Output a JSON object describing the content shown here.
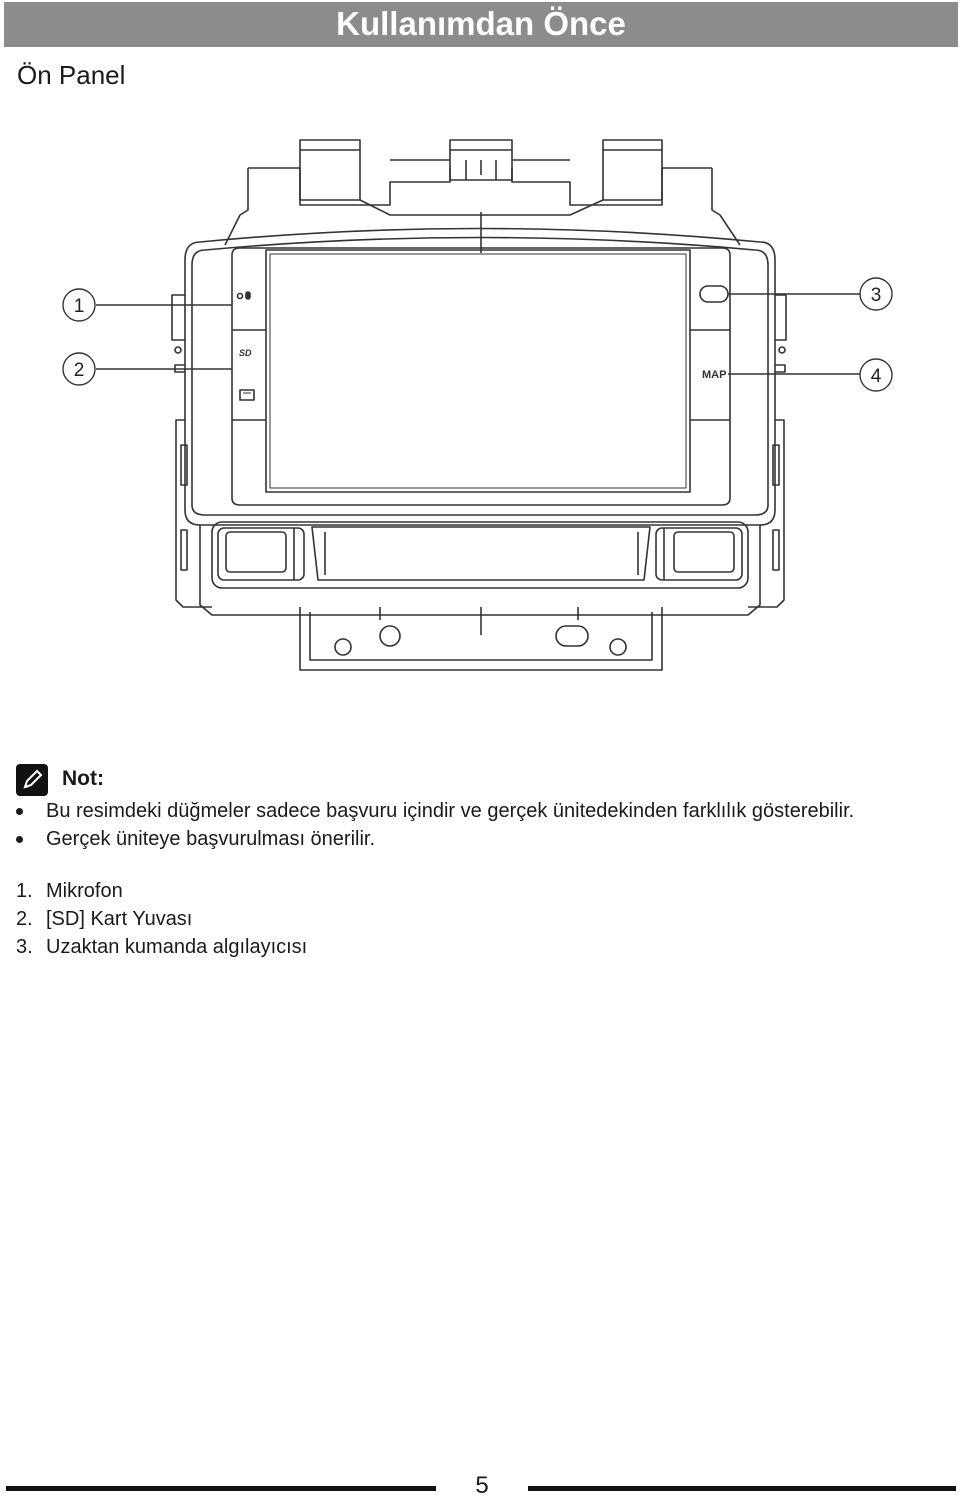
{
  "header": {
    "title": "Kullanımdan Önce"
  },
  "section": {
    "title": "Ön Panel"
  },
  "diagram": {
    "callouts": [
      "1",
      "2",
      "3",
      "4"
    ],
    "map_button_label": "MAP",
    "sd_label": "SD"
  },
  "note": {
    "label": "Not:",
    "bullets": [
      "Bu resimdeki düğmeler sadece başvuru içindir ve gerçek ünitedekinden farklılık gösterebilir.",
      "Gerçek üniteye başvurulması önerilir."
    ]
  },
  "parts": [
    {
      "number": "1.",
      "label": "Mikrofon"
    },
    {
      "number": "2.",
      "label": "[SD] Kart Yuvası"
    },
    {
      "number": "3.",
      "label": "Uzaktan kumanda algılayıcısı"
    }
  ],
  "footer": {
    "page_number": "5"
  }
}
